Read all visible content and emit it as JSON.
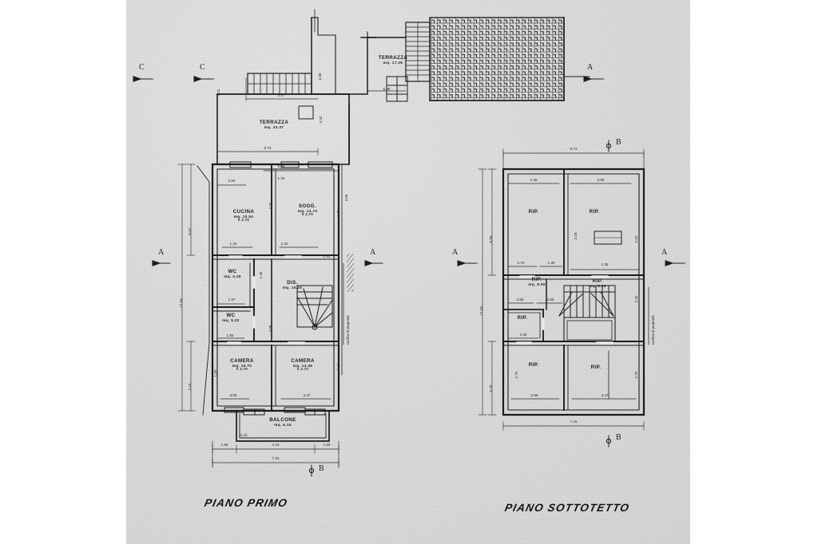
{
  "document": {
    "kind": "architectural-floor-plan-scan",
    "ink_color": "#1a1a1a",
    "paper_color": "#e9e9e7"
  },
  "plans": [
    {
      "id": "piano-primo",
      "title": "PIANO PRIMO",
      "rooms": [
        {
          "name": "TERRAZZA",
          "area": "mq. 17.26",
          "height": ""
        },
        {
          "name": "TERRAZZA",
          "area": "mq. 24.37",
          "height": ""
        },
        {
          "name": "CUCINA",
          "area": "mq. 10.54",
          "height": "h 2.70"
        },
        {
          "name": "SOGG.",
          "area": "mq. 14.73",
          "height": "h 2.70"
        },
        {
          "name": "WC",
          "area": "mq. 4.28",
          "height": ""
        },
        {
          "name": "WC",
          "area": "mq. 5.32",
          "height": ""
        },
        {
          "name": "DIS.",
          "area": "mq. 16.20",
          "height": ""
        },
        {
          "name": "CAMERA",
          "area": "mq. 10.70",
          "height": "h 2.70"
        },
        {
          "name": "CAMERA",
          "area": "mq. 14.45",
          "height": "h 2.70"
        },
        {
          "name": "BALCONE",
          "area": "mq. 6.15",
          "height": ""
        }
      ],
      "section_marks": [
        "C",
        "C",
        "A",
        "A",
        "B"
      ],
      "dimensions": {
        "bottom_chain": [
          "1.55",
          "4.10",
          "1.50"
        ],
        "bottom_total": "7.15",
        "left_vertical": [
          "6.57",
          "12.34",
          "2.15"
        ],
        "inner": [
          "4.47",
          "6.73",
          "6.48",
          "5.85",
          "2.84",
          "1.34",
          "2.32",
          "1.20",
          "1.22",
          "1.45",
          "1.97",
          "1.55",
          "3.09",
          "3.47",
          "4.10",
          "3.38",
          "3.22",
          "4.56",
          "4.48",
          "4.15",
          "4.34",
          "4.32",
          "1.34",
          "3.06"
        ],
        "note_vertical": "confine di proprietà"
      }
    },
    {
      "id": "piano-sottotetto",
      "title": "PIANO SOTTOTETTO",
      "rooms": [
        {
          "name": "RIP.",
          "area": "",
          "height": ""
        },
        {
          "name": "RIP.",
          "area": "",
          "height": ""
        },
        {
          "name": "RIP.",
          "area": "mq. 8.50",
          "height": ""
        },
        {
          "name": "RIP.",
          "area": "mq. 8.94",
          "height": ""
        },
        {
          "name": "RIP.",
          "area": "",
          "height": ""
        },
        {
          "name": "RIP.",
          "area": "",
          "height": ""
        },
        {
          "name": "RIP.",
          "area": "",
          "height": ""
        }
      ],
      "section_marks": [
        "B",
        "A",
        "A",
        "B"
      ],
      "dimensions": {
        "top_total": "6.73",
        "bottom_total": "7.15",
        "left_vertical": [
          "6.59",
          "12.34",
          "5.75"
        ],
        "inner": [
          "2.49",
          "3.89",
          "2.70",
          "1.30",
          "1.35",
          "2.85",
          "2.55",
          "1.06",
          "2.96",
          "3.47",
          "2.70",
          "2.75",
          "3.19",
          "2.32",
          "2.42"
        ],
        "note_vertical": "confine di proprietà"
      }
    }
  ]
}
